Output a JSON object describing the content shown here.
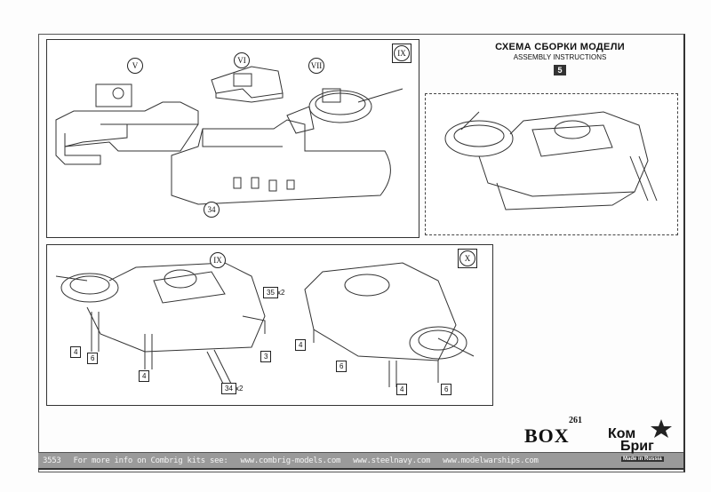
{
  "header": {
    "title_ru": "СХЕМА СБОРКИ МОДЕЛИ",
    "title_en": "ASSEMBLY INSTRUCTIONS",
    "step": "5"
  },
  "panel_top": {
    "subassemblies": [
      "V",
      "VI",
      "VII"
    ],
    "result": "IX",
    "parts": [
      "34"
    ]
  },
  "panel_bottom": {
    "left_label": "IX",
    "right_label": "X",
    "left_parts": [
      "35",
      "x2",
      "4",
      "6",
      "4",
      "3",
      "34",
      "x2"
    ],
    "right_parts": [
      "4",
      "6",
      "4",
      "6"
    ]
  },
  "footer": {
    "code": "3553",
    "text": "For more info on Combrig kits see:",
    "links": [
      "www.combrig-models.com",
      "www.steelnavy.com",
      "www.modelwarships.com"
    ]
  },
  "brand": {
    "box_label": "BOX",
    "box_number": "261",
    "logo_line1": "Ком",
    "logo_line2": "Бриг",
    "logo_line3": "Made in Russia"
  }
}
